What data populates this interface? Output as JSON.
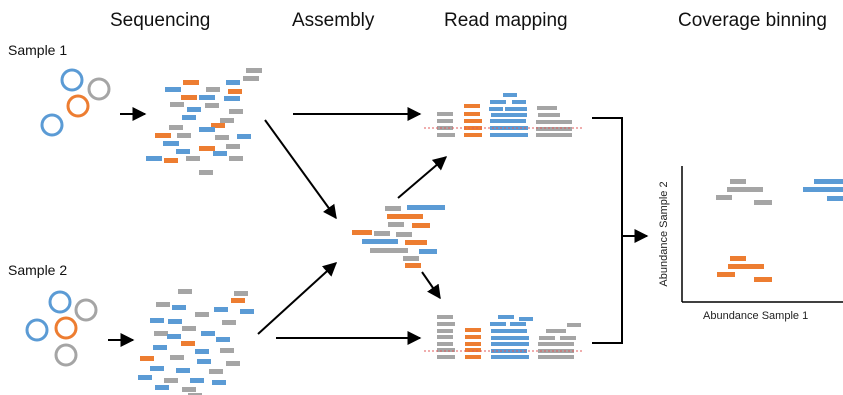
{
  "headers": {
    "sequencing": "Sequencing",
    "assembly": "Assembly",
    "read_mapping": "Read mapping",
    "coverage_binning": "Coverage binning"
  },
  "samples": {
    "sample1": "Sample 1",
    "sample2": "Sample 2"
  },
  "plot": {
    "x_label": "Abundance Sample 1",
    "y_label": "Abundance Sample 2"
  },
  "colors": {
    "blue": "#5b9bd5",
    "orange": "#ed7d31",
    "gray": "#a5a5a5",
    "arrow": "#000000",
    "ref_line": "#e15b5b"
  }
}
